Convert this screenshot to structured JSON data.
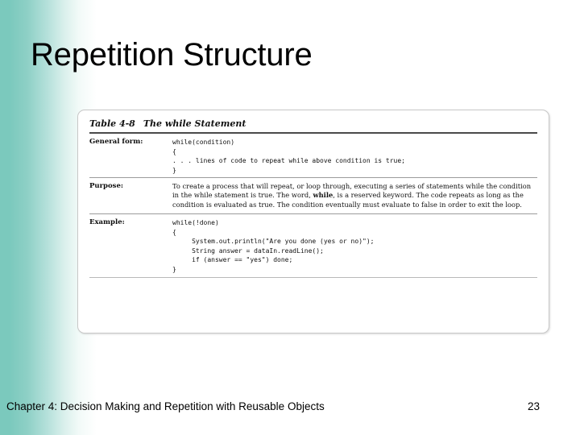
{
  "slide": {
    "title": "Repetition Structure",
    "accent_color": "#7bc9bd",
    "background_color": "#ffffff"
  },
  "table": {
    "caption_number": "Table 4-8",
    "caption_text": "The while Statement",
    "rows": [
      {
        "label": "General form:",
        "type": "code",
        "value": "while(condition)\n{\n. . . lines of code to repeat while above condition is true;\n}"
      },
      {
        "label": "Purpose:",
        "type": "prose",
        "value_part1": "To create a process that will repeat, or loop through, executing a series of statements while the condition in the while statement is true. The word, ",
        "value_bold": "while",
        "value_part2": ", is a reserved keyword. The code repeats as long as the condition is evaluated as true. The condition eventually must evaluate to false in order to exit the loop."
      },
      {
        "label": "Example:",
        "type": "code",
        "value": "while(!done)\n{\n     System.out.println(\"Are you done (yes or no)\");\n     String answer = dataIn.readLine();\n     if (answer == \"yes\") done;\n}"
      }
    ]
  },
  "footer": {
    "chapter_text": "Chapter 4: Decision Making and Repetition with Reusable Objects",
    "page_number": "23"
  }
}
